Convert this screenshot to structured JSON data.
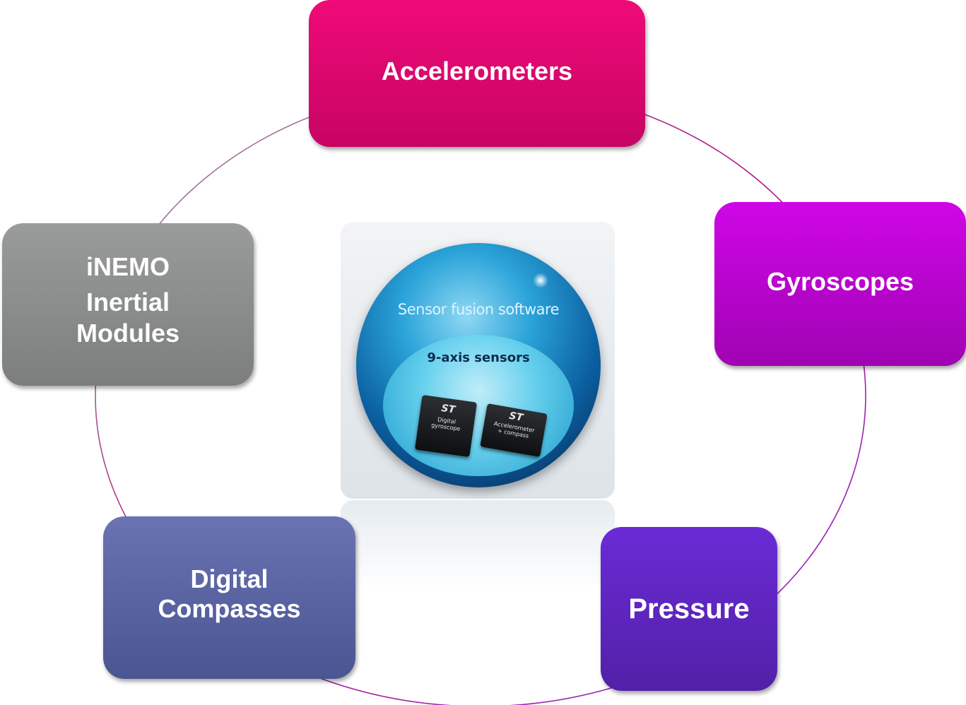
{
  "diagram": {
    "nodes": {
      "accelerometers": {
        "label": "Accelerometers",
        "color": "#e0086f"
      },
      "gyroscopes": {
        "label": "Gyroscopes",
        "color": "#bb04cf"
      },
      "pressure": {
        "label": "Pressure",
        "color": "#5f26c2"
      },
      "digital_compasses": {
        "lines": [
          "Digital",
          "Compasses"
        ],
        "color": "#5a64a4"
      },
      "inemo": {
        "lines": [
          "iNEMO",
          "Inertial",
          "Modules"
        ],
        "color": "#8c8e8e"
      }
    },
    "center_image": {
      "title": "Sensor fusion software",
      "subtitle": "9-axis sensors",
      "chips": {
        "gyro": {
          "logo": "ST",
          "lines": [
            "Digital",
            "gyroscope"
          ]
        },
        "accel": {
          "logo": "ST",
          "lines": [
            "Accelerometer",
            "+ compass"
          ]
        }
      }
    }
  }
}
